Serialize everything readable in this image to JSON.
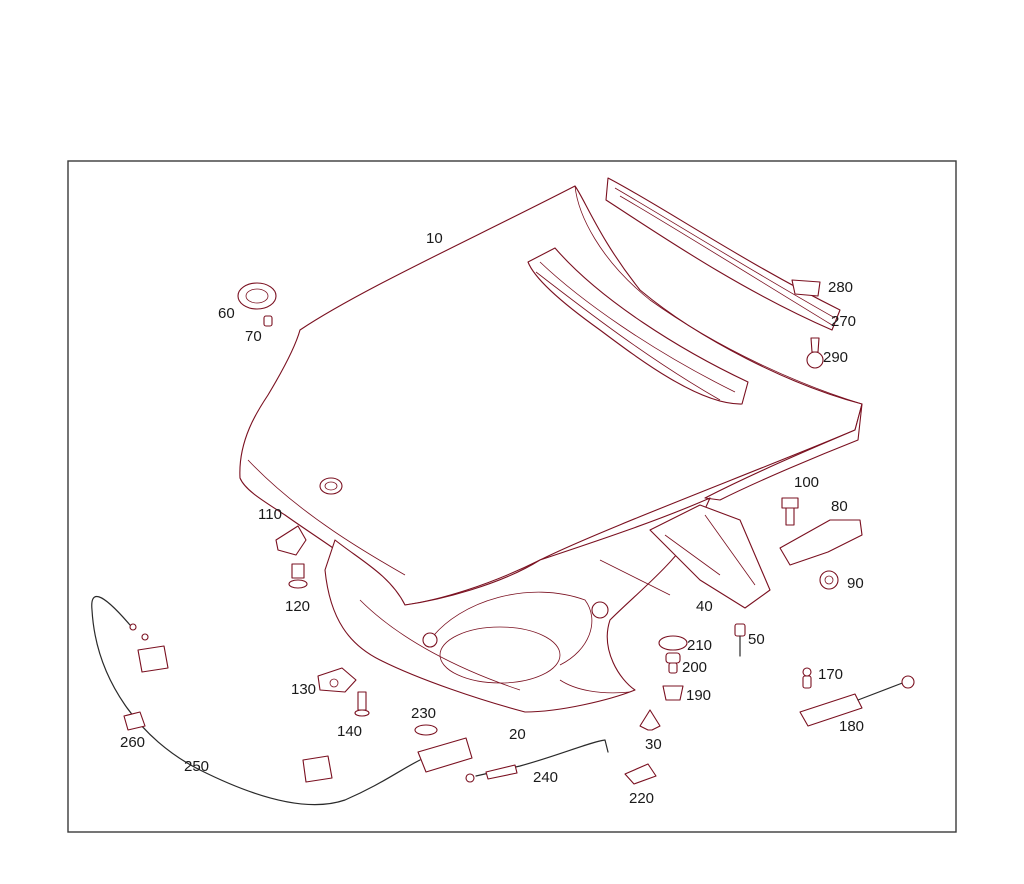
{
  "diagram": {
    "parts": [
      {
        "id": "p10",
        "label": "10"
      },
      {
        "id": "p20",
        "label": "20"
      },
      {
        "id": "p30",
        "label": "30"
      },
      {
        "id": "p40",
        "label": "40"
      },
      {
        "id": "p50",
        "label": "50"
      },
      {
        "id": "p60",
        "label": "60"
      },
      {
        "id": "p70",
        "label": "70"
      },
      {
        "id": "p80",
        "label": "80"
      },
      {
        "id": "p90",
        "label": "90"
      },
      {
        "id": "p100",
        "label": "100"
      },
      {
        "id": "p110",
        "label": "110"
      },
      {
        "id": "p120",
        "label": "120"
      },
      {
        "id": "p130",
        "label": "130"
      },
      {
        "id": "p140",
        "label": "140"
      },
      {
        "id": "p170",
        "label": "170"
      },
      {
        "id": "p180",
        "label": "180"
      },
      {
        "id": "p190",
        "label": "190"
      },
      {
        "id": "p200",
        "label": "200"
      },
      {
        "id": "p210",
        "label": "210"
      },
      {
        "id": "p220",
        "label": "220"
      },
      {
        "id": "p230",
        "label": "230"
      },
      {
        "id": "p240",
        "label": "240"
      },
      {
        "id": "p250",
        "label": "250"
      },
      {
        "id": "p260",
        "label": "260"
      },
      {
        "id": "p270",
        "label": "270"
      },
      {
        "id": "p280",
        "label": "280"
      },
      {
        "id": "p290",
        "label": "290"
      }
    ],
    "colors": {
      "line": "#7a1020",
      "frame": "#3a3a3a",
      "label": "#1a1a1a",
      "background": "#ffffff"
    }
  }
}
